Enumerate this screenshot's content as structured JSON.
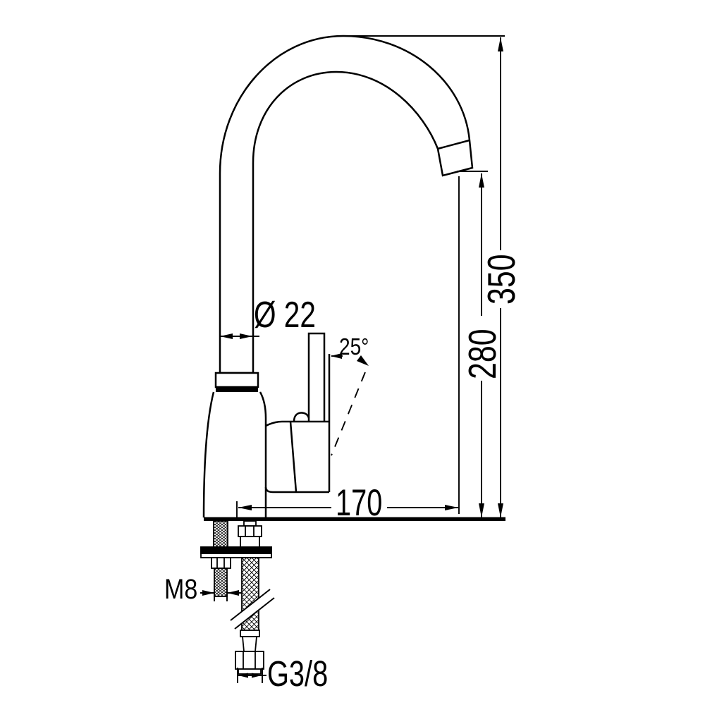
{
  "page": {
    "background_color": "#ffffff",
    "line_color": "#000000"
  },
  "drawing": {
    "type": "technical dimension drawing",
    "subject": "single-lever kitchen mixer tap with gooseneck spout, side view",
    "labels": {
      "spout_tube_diameter": "Ø 22",
      "handle_tilt_angle": "25°",
      "overall_height": "350",
      "spout_outlet_height": "280",
      "spout_reach": "170",
      "fixing_stud_thread": "M8",
      "supply_hose_thread": "G3/8"
    }
  }
}
